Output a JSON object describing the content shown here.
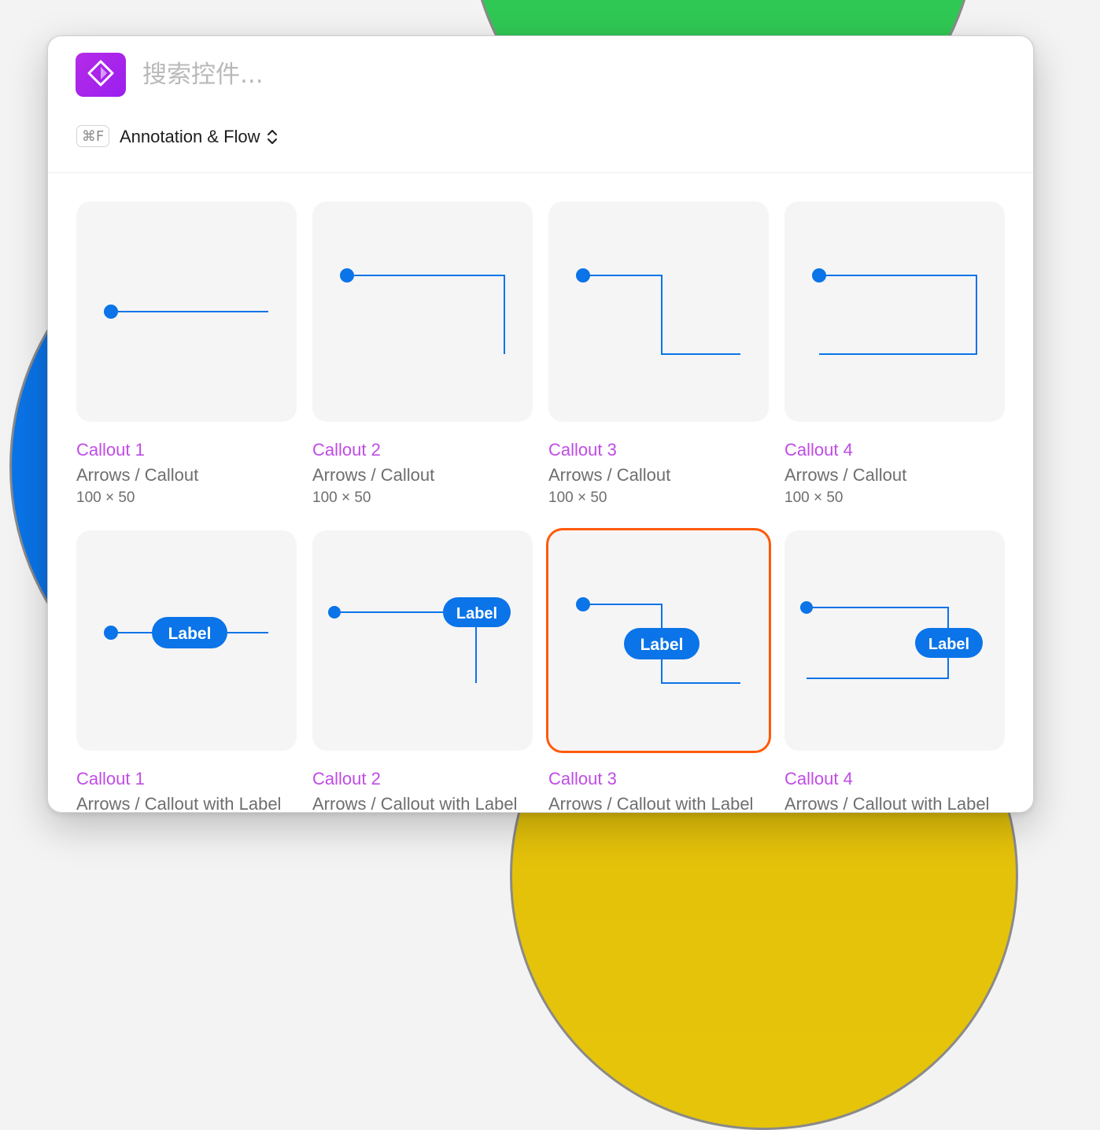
{
  "app": {
    "logo_icon": "diamond-component-icon",
    "accent": "#a927ea"
  },
  "search": {
    "placeholder": "搜索控件...",
    "value": ""
  },
  "category": {
    "shortcut": "⌘F",
    "label": "Annotation & Flow"
  },
  "colors": {
    "line": "#0a74e8",
    "title": "#c04ce6",
    "selection": "#ff5a0a"
  },
  "components": [
    {
      "title": "Callout 1",
      "path": "Arrows / Callout",
      "size": "100 × 50"
    },
    {
      "title": "Callout 2",
      "path": "Arrows / Callout",
      "size": "100 × 50"
    },
    {
      "title": "Callout 3",
      "path": "Arrows / Callout",
      "size": "100 × 50"
    },
    {
      "title": "Callout 4",
      "path": "Arrows / Callout",
      "size": "100 × 50"
    },
    {
      "title": "Callout 1",
      "path": "Arrows / Callout with Label",
      "label": "Label"
    },
    {
      "title": "Callout 2",
      "path": "Arrows / Callout with Label",
      "label": "Label"
    },
    {
      "title": "Callout 3",
      "path": "Arrows / Callout with Label",
      "label": "Label",
      "selected": true
    },
    {
      "title": "Callout 4",
      "path": "Arrows / Callout with Label",
      "label": "Label"
    }
  ]
}
